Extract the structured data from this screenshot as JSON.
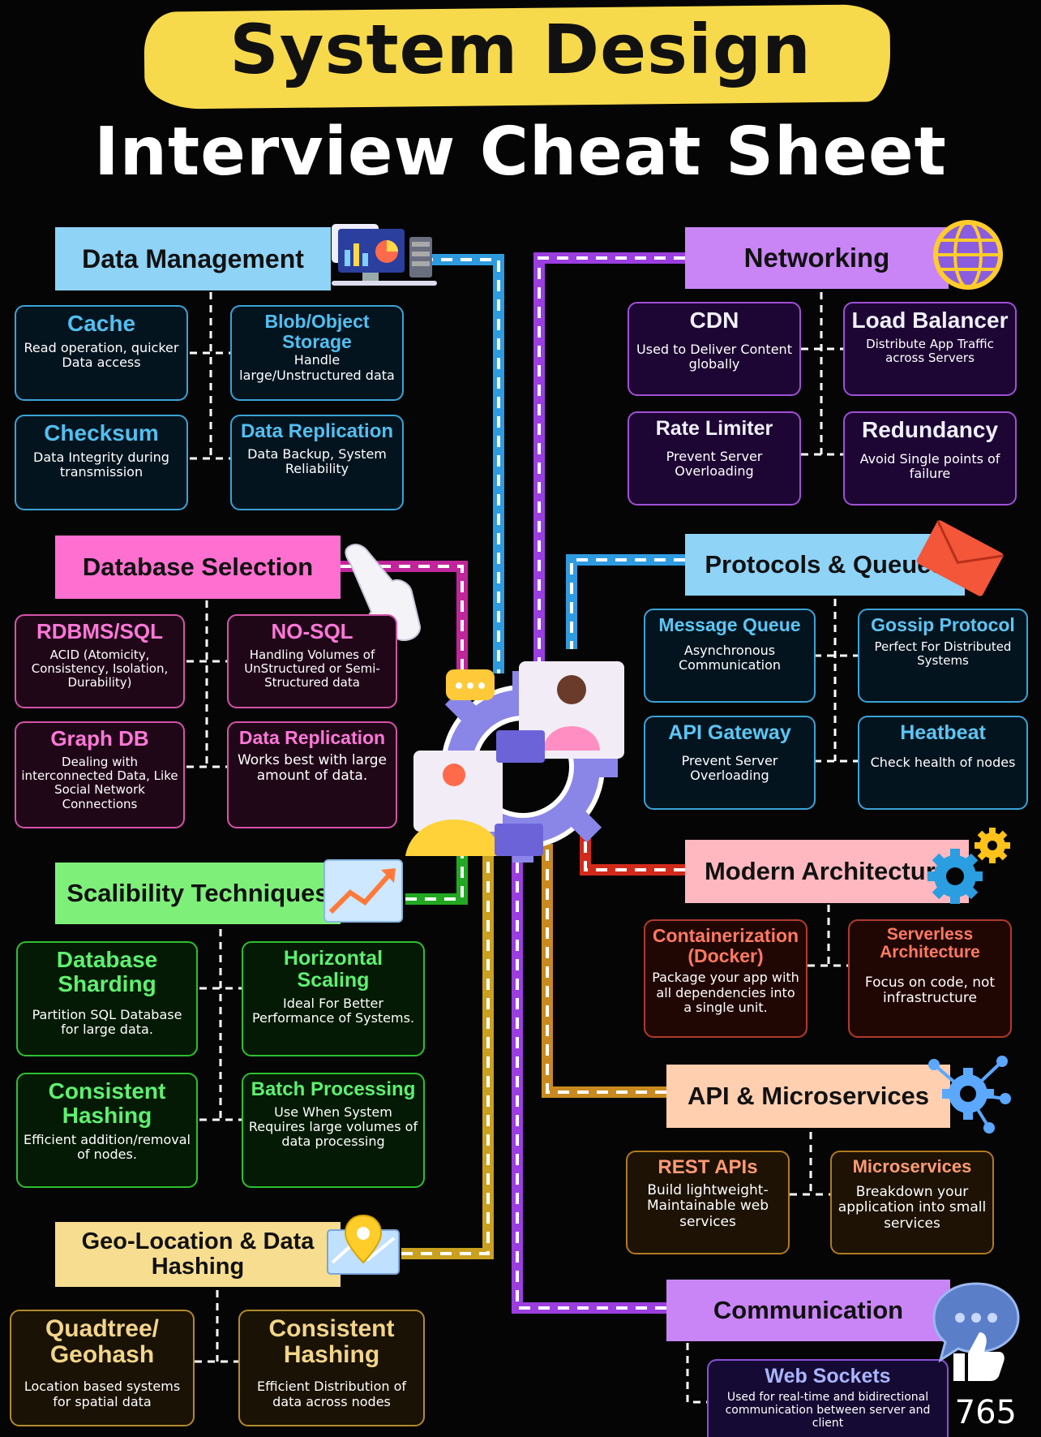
{
  "title": {
    "line1": "System Design",
    "line2": "Interview Cheat Sheet"
  },
  "left_sections": [
    {
      "heading": "Data Management",
      "cards": [
        {
          "title": "Cache",
          "desc": "Read operation, quicker Data access"
        },
        {
          "title": "Blob/Object Storage",
          "desc": "Handle large/Unstructured data"
        },
        {
          "title": "Checksum",
          "desc": "Data Integrity during transmission"
        },
        {
          "title": "Data Replication",
          "desc": "Data Backup, System Reliability"
        }
      ]
    },
    {
      "heading": "Database Selection",
      "cards": [
        {
          "title": "RDBMS/SQL",
          "desc": "ACID (Atomicity, Consistency, Isolation, Durability)"
        },
        {
          "title": "NO-SQL",
          "desc": "Handling Volumes of UnStructured or Semi-Structured data"
        },
        {
          "title": "Graph DB",
          "desc": "Dealing with interconnected Data, Like Social Network Connections"
        },
        {
          "title": "Data Replication",
          "desc": "Works best with large amount of data."
        }
      ]
    },
    {
      "heading": "Scalibility Techniques",
      "cards": [
        {
          "title": "Database Sharding",
          "desc": "Partition SQL Database for large data."
        },
        {
          "title": "Horizontal Scaling",
          "desc": "Ideal For Better Performance of Systems."
        },
        {
          "title": "Consistent Hashing",
          "desc": "Efficient addition/removal of nodes."
        },
        {
          "title": "Batch Processing",
          "desc": "Use When System Requires large volumes of data processing"
        }
      ]
    },
    {
      "heading": "Geo-Location & Data Hashing",
      "cards": [
        {
          "title": "Quadtree/ Geohash",
          "desc": "Location based systems for spatial data"
        },
        {
          "title": "Consistent Hashing",
          "desc": "Efficient Distribution of data across nodes"
        }
      ]
    }
  ],
  "right_sections": [
    {
      "heading": "Networking",
      "cards": [
        {
          "title": "CDN",
          "desc": "Used to Deliver Content globally"
        },
        {
          "title": "Load Balancer",
          "desc": "Distribute App Traffic across Servers"
        },
        {
          "title": "Rate Limiter",
          "desc": "Prevent Server Overloading"
        },
        {
          "title": "Redundancy",
          "desc": "Avoid Single points of failure"
        }
      ]
    },
    {
      "heading": "Protocols & Queues",
      "cards": [
        {
          "title": "Message Queue",
          "desc": "Asynchronous Communication"
        },
        {
          "title": "Gossip Protocol",
          "desc": "Perfect For Distributed Systems"
        },
        {
          "title": "API Gateway",
          "desc": "Prevent Server Overloading"
        },
        {
          "title": "Heatbeat",
          "desc": "Check health of nodes"
        }
      ]
    },
    {
      "heading": "Modern Architecture",
      "cards": [
        {
          "title": "Containerization (Docker)",
          "desc": "Package your app with all dependencies into a single unit."
        },
        {
          "title": "Serverless Architecture",
          "desc": "Focus on code, not infrastructure"
        }
      ]
    },
    {
      "heading": "API & Microservices",
      "cards": [
        {
          "title": "REST APIs",
          "desc": "Build lightweight-Maintainable web services"
        },
        {
          "title": "Microservices",
          "desc": "Breakdown your application into small services"
        }
      ]
    },
    {
      "heading": "Communication",
      "cards": [
        {
          "title": "Web Sockets",
          "desc": "Used for real-time and bidirectional communication between server and client"
        }
      ]
    }
  ],
  "reaction_count": "765",
  "colors": {
    "title_banner": "#f7d94c",
    "data_management": "#8fd3f7",
    "database_selection": "#ff6fd0",
    "scalibility": "#7ef07a",
    "geo_location": "#f7dd8f",
    "networking": "#c985f5",
    "protocols": "#8fd3f7",
    "modern_architecture": "#ffb8c0",
    "api_microservices": "#ffcfb0",
    "communication": "#c985f5"
  },
  "icons": [
    "dashboard-monitor-icon",
    "globe-icon",
    "pointing-hand-icon",
    "envelope-icon",
    "trend-chart-icon",
    "gear-icon",
    "map-pin-icon",
    "network-gear-icon",
    "chat-bubble-icon",
    "thumbs-up-icon",
    "team-gear-illustration"
  ]
}
